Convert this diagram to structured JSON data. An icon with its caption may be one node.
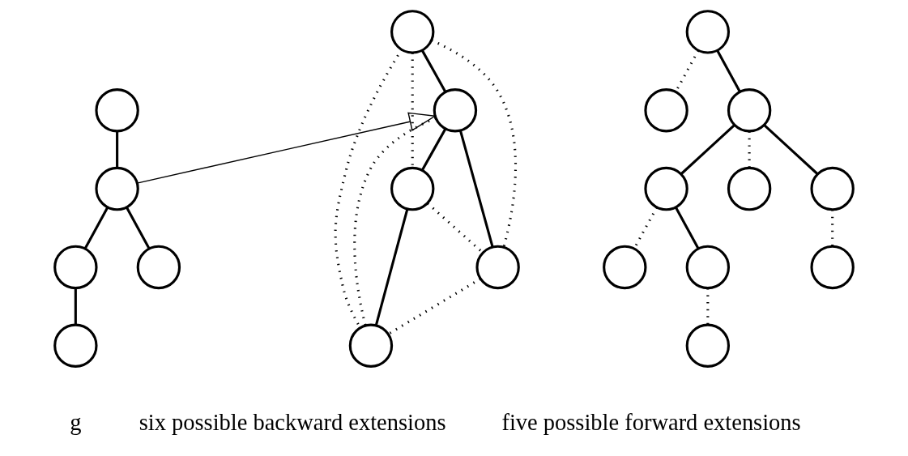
{
  "diagram": {
    "nodes": [
      {
        "text": [],
        "shape": "circle"
      },
      {
        "text": [],
        "shape": "circle"
      },
      {
        "text": [],
        "shape": "circle"
      },
      {
        "text": [],
        "shape": "circle"
      },
      {
        "text": [],
        "shape": "circle"
      },
      {
        "text": [],
        "shape": "circle"
      },
      {
        "text": [],
        "shape": "circle"
      },
      {
        "text": [],
        "shape": "circle"
      },
      {
        "text": [],
        "shape": "circle"
      },
      {
        "text": [],
        "shape": "circle"
      },
      {
        "text": [],
        "shape": "circle"
      },
      {
        "text": [],
        "shape": "circle"
      },
      {
        "text": [],
        "shape": "circle"
      },
      {
        "text": [],
        "shape": "circle"
      },
      {
        "text": [],
        "shape": "circle"
      },
      {
        "text": [],
        "shape": "circle"
      },
      {
        "text": [],
        "shape": "circle"
      },
      {
        "text": [],
        "shape": "circle"
      },
      {
        "text": [],
        "shape": "circle"
      },
      {
        "text": [],
        "shape": "circle"
      }
    ],
    "edges": [
      {
        "from": 0,
        "to": 1,
        "arrow": "none"
      },
      {
        "from": 1,
        "to": 2,
        "arrow": "none"
      },
      {
        "from": 2,
        "to": 3,
        "arrow": "none"
      },
      {
        "from": 1,
        "to": 4,
        "arrow": "none"
      },
      {
        "from": 1,
        "to": 6,
        "arrow": "to"
      },
      {
        "from": 5,
        "to": 6,
        "arrow": "none"
      },
      {
        "from": 6,
        "to": 7,
        "arrow": "none"
      },
      {
        "from": 7,
        "to": 9,
        "arrow": "none"
      },
      {
        "from": 6,
        "to": 8,
        "arrow": "none"
      },
      {
        "from": 5,
        "to": 7,
        "arrow": "none",
        "style": "dashed"
      },
      {
        "from": 6,
        "to": 9,
        "arrow": "none",
        "style": "dashed"
      },
      {
        "from": 7,
        "to": 8,
        "arrow": "none",
        "style": "dashed"
      },
      {
        "from": 8,
        "to": 9,
        "arrow": "none",
        "style": "dashed"
      },
      {
        "from": 5,
        "to": 9,
        "arrow": "none",
        "style": "dashed"
      },
      {
        "from": 5,
        "to": 8,
        "arrow": "none",
        "style": "dashed"
      },
      {
        "from": 10,
        "to": 12,
        "arrow": "none"
      },
      {
        "from": 12,
        "to": 13,
        "arrow": "none"
      },
      {
        "from": 13,
        "to": 17,
        "arrow": "none"
      },
      {
        "from": 12,
        "to": 15,
        "arrow": "none"
      },
      {
        "from": 10,
        "to": 11,
        "arrow": "none",
        "style": "dashed"
      },
      {
        "from": 12,
        "to": 14,
        "arrow": "none",
        "style": "dashed"
      },
      {
        "from": 13,
        "to": 16,
        "arrow": "none",
        "style": "dashed"
      },
      {
        "from": 15,
        "to": 18,
        "arrow": "none",
        "style": "dashed"
      },
      {
        "from": 17,
        "to": 19,
        "arrow": "none",
        "style": "dashed"
      }
    ],
    "labels": [
      "g",
      "six possible backward extensions",
      "five possible forward extensions"
    ]
  }
}
